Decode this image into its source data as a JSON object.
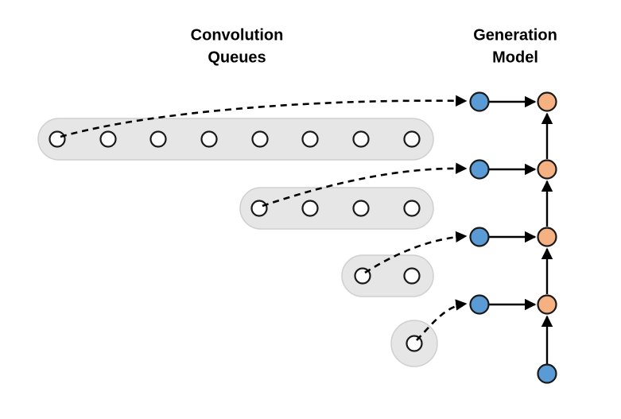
{
  "diagram": {
    "title_left": {
      "line1": "Convolution",
      "line2": "Queues"
    },
    "title_right": {
      "line1": "Generation",
      "line2": "Model"
    },
    "colors": {
      "blue_node": "#5B9BD5",
      "orange_node": "#F6B183",
      "pill_fill": "#E6E6E6",
      "pill_stroke": "#CFCFCF",
      "slot_fill": "#FFFFFF",
      "outline": "#1A1A1A",
      "edge": "#000000",
      "background": "#FFFFFF"
    },
    "queues": [
      {
        "name": "queue-row-1",
        "slot_count": 8,
        "slot_labels": [
          "",
          "",
          "",
          "",
          "",
          "",
          "",
          ""
        ]
      },
      {
        "name": "queue-row-2",
        "slot_count": 4,
        "slot_labels": [
          "",
          "",
          "",
          ""
        ]
      },
      {
        "name": "queue-row-3",
        "slot_count": 2,
        "slot_labels": [
          "",
          ""
        ]
      },
      {
        "name": "queue-row-4",
        "slot_count": 1,
        "slot_labels": [
          ""
        ]
      }
    ],
    "generation_rows": [
      {
        "name": "generation-row-1",
        "blue_label": "",
        "orange_label": ""
      },
      {
        "name": "generation-row-2",
        "blue_label": "",
        "orange_label": ""
      },
      {
        "name": "generation-row-3",
        "blue_label": "",
        "orange_label": ""
      },
      {
        "name": "generation-row-4",
        "blue_label": "",
        "orange_label": ""
      }
    ],
    "input_node": {
      "name": "generation-input-node",
      "label": ""
    },
    "edge_types": {
      "dashed": "queue-to-model-dashed-arrow",
      "horizontal": "blue-to-orange-arrow",
      "vertical": "orange-chain-arrow"
    }
  }
}
